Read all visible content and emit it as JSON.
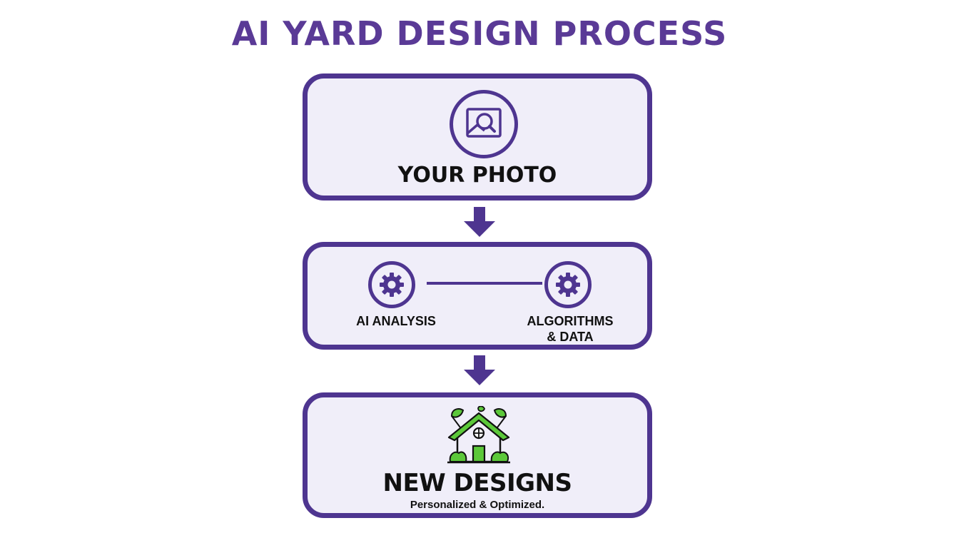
{
  "title": "AI YARD DESIGN PROCESS",
  "colors": {
    "accent": "#4e3590",
    "title": "#5a3a96",
    "box_fill": "#f0eef9",
    "green": "#5cc83a",
    "text": "#111111"
  },
  "steps": [
    {
      "label": "YOUR PHOTO",
      "icon": "photo-icon"
    },
    {
      "nodes": [
        {
          "label": "AI ANALYSIS",
          "icon": "gear-icon"
        },
        {
          "label": "ALGORITHMS\n& DATA",
          "icon": "gear-icon"
        }
      ]
    },
    {
      "label": "NEW DESIGNS",
      "sublabel": "Personalized & Optimized.",
      "icon": "house-leaves-icon"
    }
  ]
}
